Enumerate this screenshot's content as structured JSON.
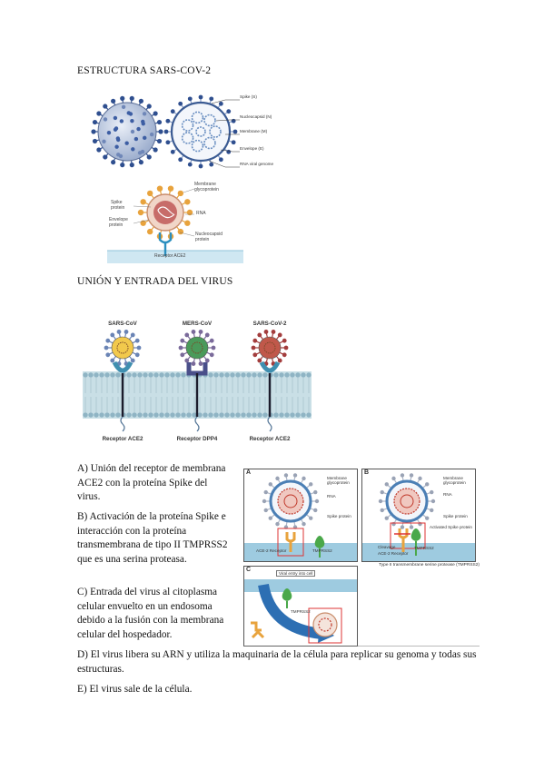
{
  "document": {
    "heading_structure": "ESTRUCTURA SARS-COV-2",
    "heading_entry": "UNIÓN Y ENTRADA DEL VIRUS",
    "virion_labels": {
      "spike": "Spike (S)",
      "nucleocapsid": "Nucleocapsid (N)",
      "membrane": "Membrane (M)",
      "envelope": "Envelope (E)",
      "genome": "RNA viral genome"
    },
    "receptor_fig": {
      "membrane_glyco": "Membrane glycoprotein",
      "spike": "Spike protein",
      "rna": "RNA",
      "envelope": "Envelope protein",
      "nucleocapsid": "Nucleocapsid protein",
      "receptor": "Receptor ACE2"
    },
    "comparison": {
      "viruses": [
        "SARS-CoV",
        "MERS-CoV",
        "SARS-CoV-2"
      ],
      "receptors": [
        "Receptor ACE2",
        "Receptor DPP4",
        "Receptor ACE2"
      ]
    },
    "panels": {
      "a": {
        "letter": "A",
        "membrane": "Membrane glycoprotein",
        "rna": "RNA",
        "spike": "Spike protein",
        "ace2": "ACE-2 Receptor",
        "tmprss2": "TMPRSS2"
      },
      "b": {
        "letter": "B",
        "membrane": "Membrane glycoprotein",
        "rna": "RNA",
        "spike": "Spike protein",
        "activated": "Activated Spike protein",
        "cleavage": "Cleavage",
        "ace2": "ACE-2 Receptor",
        "tmprss2": "TMPRSS2"
      },
      "legend": "Type II transmembrane serine protease (TMPRSS2)",
      "c": {
        "letter": "C",
        "entry": "Viral entry into cell",
        "tmprss2": "TMPRSS2"
      }
    },
    "paragraphs": {
      "a": "A) Unión del receptor de membrana ACE2 con la proteína Spike del virus.",
      "b": "B) Activación de la proteína Spike e interacción con la proteína transmembrana de tipo II TMPRSS2 que es una serina proteasa.",
      "c": "C) Entrada del virus al citoplasma celular envuelto en un endosoma debido a la fusión con la membrana celular del hospedador.",
      "d": "D) El virus libera su ARN y utiliza la maquinaria de la célula para replicar su genoma y todas sus estructuras.",
      "e": "E) El virus sale de la célula."
    },
    "colors": {
      "membrane": "#7fb3c9",
      "spike_red": "#c0392b",
      "virion_blue": "#2f4f8f",
      "orange": "#e8a33d",
      "receptor_blue": "#2b6f9a"
    }
  }
}
